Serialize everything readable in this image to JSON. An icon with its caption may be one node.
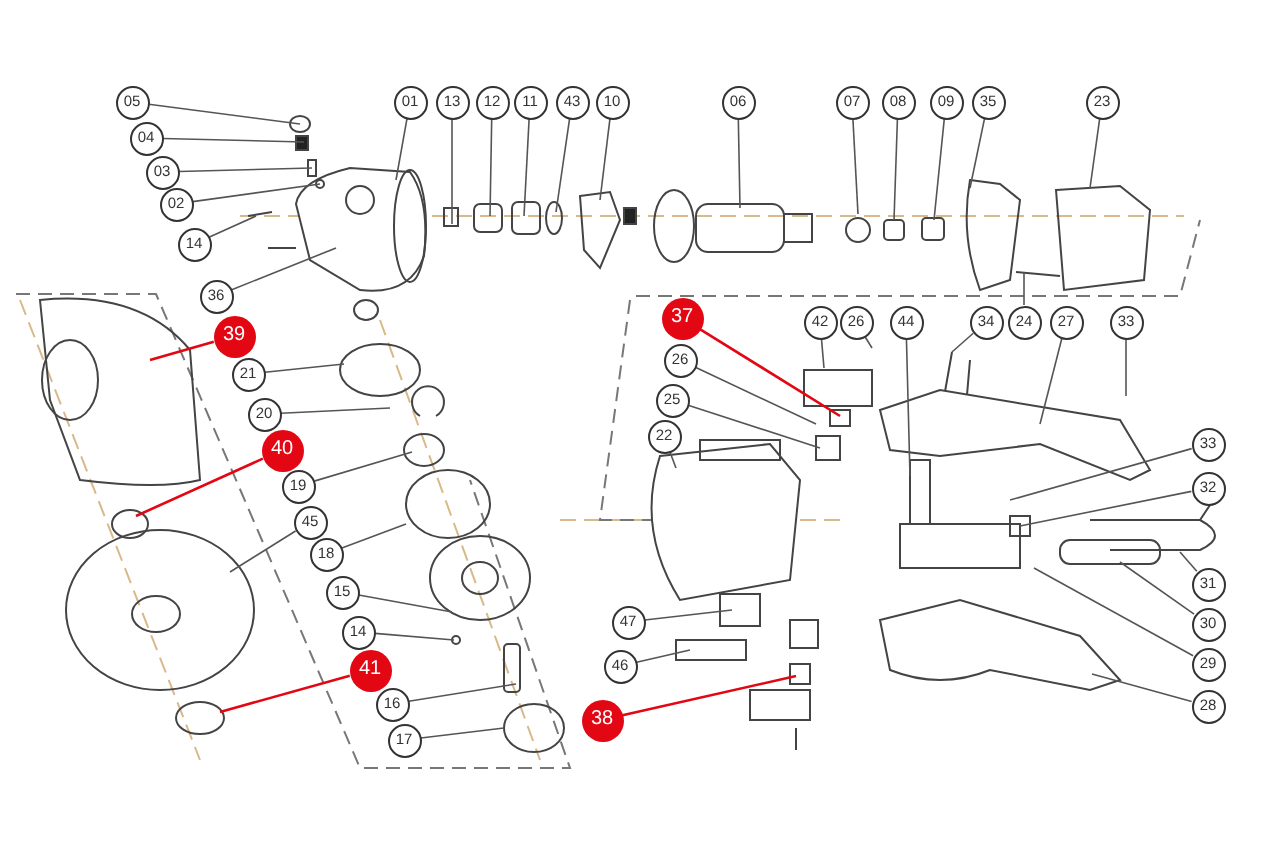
{
  "diagram": {
    "nodes": [
      {
        "text": [
          "05"
        ]
      },
      {
        "text": [
          "04"
        ]
      },
      {
        "text": [
          "03"
        ]
      },
      {
        "text": [
          "02"
        ]
      },
      {
        "text": [
          "14"
        ]
      },
      {
        "text": [
          "36"
        ]
      },
      {
        "text": [
          "01"
        ]
      },
      {
        "text": [
          "13"
        ]
      },
      {
        "text": [
          "12"
        ]
      },
      {
        "text": [
          "11"
        ]
      },
      {
        "text": [
          "43"
        ]
      },
      {
        "text": [
          "10"
        ]
      },
      {
        "text": [
          "06"
        ]
      },
      {
        "text": [
          "07"
        ]
      },
      {
        "text": [
          "08"
        ]
      },
      {
        "text": [
          "09"
        ]
      },
      {
        "text": [
          "35"
        ]
      },
      {
        "text": [
          "23"
        ]
      },
      {
        "text": [
          "39"
        ]
      },
      {
        "text": [
          "21"
        ]
      },
      {
        "text": [
          "20"
        ]
      },
      {
        "text": [
          "37"
        ]
      },
      {
        "text": [
          "42"
        ]
      },
      {
        "text": [
          "26"
        ]
      },
      {
        "text": [
          "44"
        ]
      },
      {
        "text": [
          "34"
        ]
      },
      {
        "text": [
          "24"
        ]
      },
      {
        "text": [
          "27"
        ]
      },
      {
        "text": [
          "33"
        ]
      },
      {
        "text": [
          "26"
        ]
      },
      {
        "text": [
          "25"
        ]
      },
      {
        "text": [
          "22"
        ]
      },
      {
        "text": [
          "40"
        ]
      },
      {
        "text": [
          "19"
        ]
      },
      {
        "text": [
          "45"
        ]
      },
      {
        "text": [
          "18"
        ]
      },
      {
        "text": [
          "15"
        ]
      },
      {
        "text": [
          "14"
        ]
      },
      {
        "text": [
          "41"
        ]
      },
      {
        "text": [
          "16"
        ]
      },
      {
        "text": [
          "17"
        ]
      },
      {
        "text": [
          "33"
        ]
      },
      {
        "text": [
          "32"
        ]
      },
      {
        "text": [
          "31"
        ]
      },
      {
        "text": [
          "30"
        ]
      },
      {
        "text": [
          "29"
        ]
      },
      {
        "text": [
          "28"
        ]
      },
      {
        "text": [
          "47"
        ]
      },
      {
        "text": [
          "46"
        ]
      },
      {
        "text": [
          "38"
        ]
      }
    ],
    "edges": [
      {
        "from": 0,
        "to": null,
        "arrow": "none"
      },
      {
        "from": 1,
        "to": null,
        "arrow": "none"
      },
      {
        "from": 2,
        "to": null,
        "arrow": "none"
      },
      {
        "from": 3,
        "to": null,
        "arrow": "none"
      },
      {
        "from": 4,
        "to": null,
        "arrow": "none"
      },
      {
        "from": 5,
        "to": null,
        "arrow": "none"
      },
      {
        "from": 6,
        "to": null,
        "arrow": "none"
      },
      {
        "from": 7,
        "to": null,
        "arrow": "none"
      },
      {
        "from": 8,
        "to": null,
        "arrow": "none"
      },
      {
        "from": 9,
        "to": null,
        "arrow": "none"
      },
      {
        "from": 10,
        "to": null,
        "arrow": "none"
      },
      {
        "from": 11,
        "to": null,
        "arrow": "none"
      },
      {
        "from": 12,
        "to": null,
        "arrow": "none"
      },
      {
        "from": 13,
        "to": null,
        "arrow": "none"
      },
      {
        "from": 14,
        "to": null,
        "arrow": "none"
      },
      {
        "from": 15,
        "to": null,
        "arrow": "none"
      },
      {
        "from": 16,
        "to": null,
        "arrow": "none"
      },
      {
        "from": 17,
        "to": null,
        "arrow": "none"
      },
      {
        "from": 18,
        "to": null,
        "arrow": "none",
        "color": "#e30613"
      },
      {
        "from": 19,
        "to": null,
        "arrow": "none"
      },
      {
        "from": 20,
        "to": null,
        "arrow": "none"
      },
      {
        "from": 21,
        "to": null,
        "arrow": "none",
        "color": "#e30613"
      },
      {
        "from": 22,
        "to": null,
        "arrow": "none"
      },
      {
        "from": 23,
        "to": null,
        "arrow": "none"
      },
      {
        "from": 24,
        "to": null,
        "arrow": "none"
      },
      {
        "from": 25,
        "to": null,
        "arrow": "none"
      },
      {
        "from": 26,
        "to": null,
        "arrow": "none"
      },
      {
        "from": 27,
        "to": null,
        "arrow": "none"
      },
      {
        "from": 28,
        "to": null,
        "arrow": "none"
      },
      {
        "from": 29,
        "to": null,
        "arrow": "none"
      },
      {
        "from": 30,
        "to": null,
        "arrow": "none"
      },
      {
        "from": 31,
        "to": null,
        "arrow": "none"
      },
      {
        "from": 32,
        "to": null,
        "arrow": "none",
        "color": "#e30613"
      },
      {
        "from": 33,
        "to": null,
        "arrow": "none"
      },
      {
        "from": 34,
        "to": null,
        "arrow": "none"
      },
      {
        "from": 35,
        "to": null,
        "arrow": "none"
      },
      {
        "from": 36,
        "to": null,
        "arrow": "none"
      },
      {
        "from": 37,
        "to": null,
        "arrow": "none"
      },
      {
        "from": 38,
        "to": null,
        "arrow": "none",
        "color": "#e30613"
      },
      {
        "from": 39,
        "to": null,
        "arrow": "none"
      },
      {
        "from": 40,
        "to": null,
        "arrow": "none"
      },
      {
        "from": 41,
        "to": null,
        "arrow": "none"
      },
      {
        "from": 42,
        "to": null,
        "arrow": "none"
      },
      {
        "from": 43,
        "to": null,
        "arrow": "none"
      },
      {
        "from": 44,
        "to": null,
        "arrow": "none"
      },
      {
        "from": 45,
        "to": null,
        "arrow": "none"
      },
      {
        "from": 46,
        "to": null,
        "arrow": "none"
      },
      {
        "from": 47,
        "to": null,
        "arrow": "none"
      },
      {
        "from": 48,
        "to": null,
        "arrow": "none"
      },
      {
        "from": 49,
        "to": null,
        "arrow": "none",
        "color": "#e30613"
      }
    ]
  }
}
